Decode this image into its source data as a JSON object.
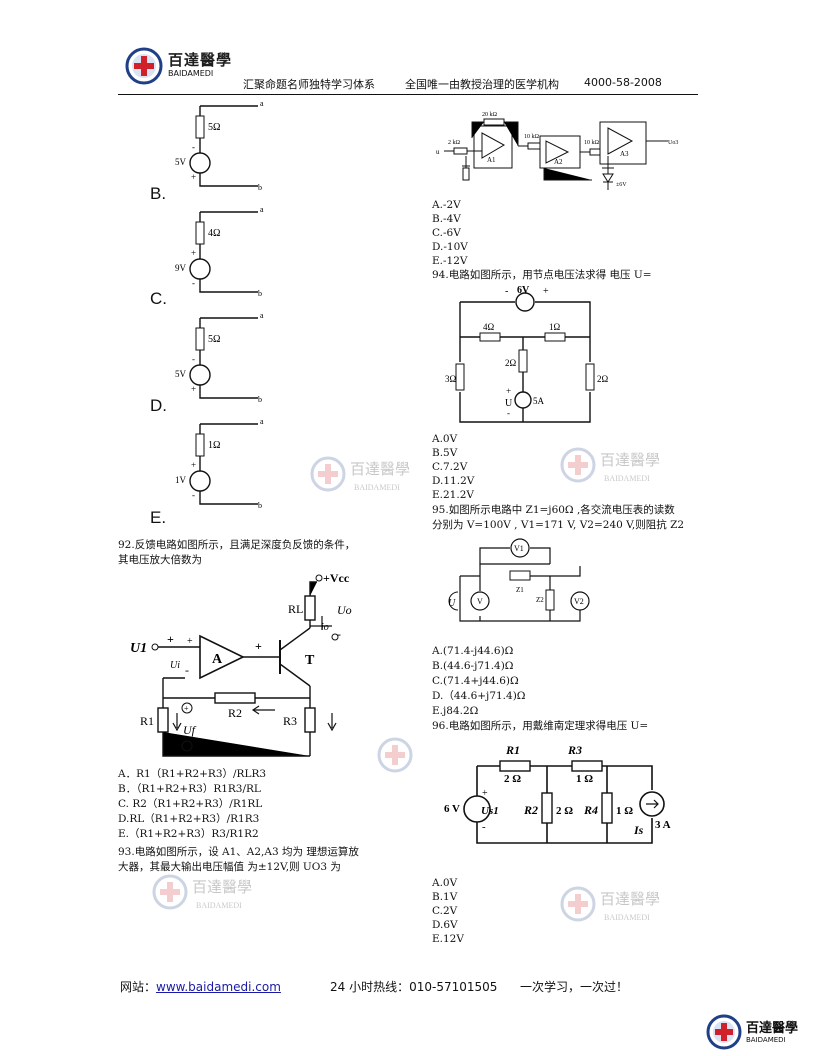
{
  "header": {
    "logo_name": "百達醫學",
    "logo_sub": "BAIDAMEDI",
    "slogan1": "汇聚命题名师独特学习体系",
    "slogan2": "全国唯一由教授治理的医学机构",
    "phone": "4000-58-2008"
  },
  "left": {
    "option_B": "B.",
    "option_C": "C.",
    "option_D": "D.",
    "option_E": "E.",
    "c1": {
      "r": "5Ω",
      "v": "5V",
      "a": "a",
      "b": "b"
    },
    "c2": {
      "r": "4Ω",
      "v": "9V",
      "a": "a",
      "b": "b"
    },
    "c3": {
      "r": "5Ω",
      "v": "5V",
      "a": "a",
      "b": "b"
    },
    "c4": {
      "r": "1Ω",
      "v": "1V",
      "a": "a",
      "b": "b"
    },
    "q92_l1": "92.反馈电路如图所示，且满足深度负反馈的条件，",
    "q92_l2": "其电压放大倍数为",
    "q92_fig": {
      "vcc": "+Vcc",
      "rl": "RL",
      "uo": "Uo",
      "io": "io",
      "u1": "U1",
      "ui": "Ui",
      "a": "A",
      "t": "T",
      "r1": "R1",
      "r2": "R2",
      "r3": "R3",
      "uf": "Uf"
    },
    "q92_opts": [
      "A．R1（R1+R2+R3）/RLR3",
      "B．（R1+R2+R3）R1R3/RL",
      "C. R2（R1+R2+R3）/R1RL",
      "D.RL（R1+R2+R3）/R1R3",
      "E.（R1+R2+R3）R3/R1R2"
    ],
    "q93_l1": "93.电路如图所示，设 A1、A2,A3 均为 理想运算放",
    "q93_l2": "大器，其最大输出电压幅值 为±12V,则 UO3 为"
  },
  "right": {
    "q93_fig": {
      "r2": "20 kΩ",
      "r1": "2 kΩ",
      "r3": "10 kΩ",
      "r4": "10 kΩ",
      "a1": "A1",
      "a2": "A2",
      "a3": "A3",
      "z": "±6V",
      "uo3": "Uo3"
    },
    "q93_opts": [
      "A.-2V",
      "B.-4V",
      "C.-6V",
      "D.-10V",
      "E.-12V"
    ],
    "q94": "94.电路如图所示，用节点电压法求得 电压 U=",
    "q94_fig": {
      "src": "6V",
      "r4": "4Ω",
      "r1": "1Ω",
      "r2": "2Ω",
      "r3": "3Ω",
      "r2b": "2Ω",
      "u": "U",
      "i": "5A"
    },
    "q94_opts": [
      "A.0V",
      "B.5V",
      "C.7.2V",
      "D.11.2V",
      "E.21.2V"
    ],
    "q95_l1": "95.如图所示电路中  Z1=j60Ω ,各交流电压表的读数",
    "q95_l2": "分别为 V=100V , V1=171 V, V2=240 V,则阻抗 Z2",
    "q95_fig": {
      "v1": "V1",
      "v": "V",
      "v2": "V2",
      "z1": "Z1",
      "z2": "Z2",
      "u": "U"
    },
    "q95_opts": [
      "A.(71.4-j44.6)Ω",
      "B.(44.6-j71.4)Ω",
      "C.(71.4+j44.6)Ω",
      "D.（44.6+j71.4)Ω",
      "E.j84.2Ω"
    ],
    "q96": "96.电路如图所示，用戴维南定理求得电压 U=",
    "q96_fig": {
      "r1": "R1",
      "r1v": "2 Ω",
      "r3": "R3",
      "r3v": "1 Ω",
      "r2": "R2",
      "r2v": "2 Ω",
      "r4": "R4",
      "r4v": "1 Ω",
      "us": "Us1",
      "usv": "6 V",
      "is": "Is",
      "isv": "3 A"
    },
    "q96_opts": [
      "A.0V",
      "B.1V",
      "C.2V",
      "D.6V",
      "E.12V"
    ]
  },
  "footer": {
    "site_label": "网站：",
    "site_url": "www.baidamedi.com",
    "hotline": "24 小时热线：010-57101505",
    "motto": "一次学习，一次过！"
  },
  "watermark": {
    "name": "百達醫學",
    "sub": "BAIDAMEDI"
  }
}
